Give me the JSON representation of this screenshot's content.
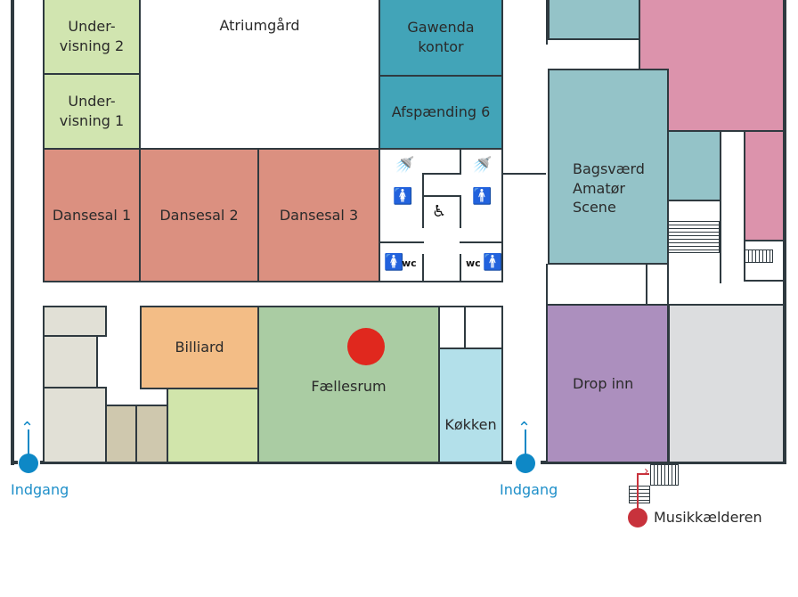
{
  "rooms": {
    "undervisning2": "Under-\nvisning 2",
    "undervisning1": "Under-\nvisning 1",
    "atrium": "Atriumgård",
    "gawenda": "Gawenda\nkontor",
    "afspaending": "Afspænding 6",
    "dansesal1": "Dansesal 1",
    "dansesal2": "Dansesal 2",
    "dansesal3": "Dansesal 3",
    "bagsvaerd": "Bagsværd\nAmatør\nScene",
    "billiard": "Billiard",
    "faellesrum": "Fællesrum",
    "koekken": "Køkken",
    "dropinn": "Drop inn"
  },
  "toilets": {
    "wc_women": "wc",
    "wc_men": "wc"
  },
  "entrances": [
    "Indgang",
    "Indgang"
  ],
  "musik": "Musikkælderen",
  "colors": {
    "green": "#d1e5b0",
    "salmon": "#db9080",
    "teal": "#42a4b8",
    "lightteal": "#94c3c8",
    "pink": "#dc93ac",
    "orange": "#f3bd86",
    "fgreen": "#aacca3",
    "blue": "#b3e0ea",
    "purple": "#ac8fbe",
    "gray": "#dcdddf",
    "entrance": "#0e88c6",
    "marker": "#e0281e"
  }
}
